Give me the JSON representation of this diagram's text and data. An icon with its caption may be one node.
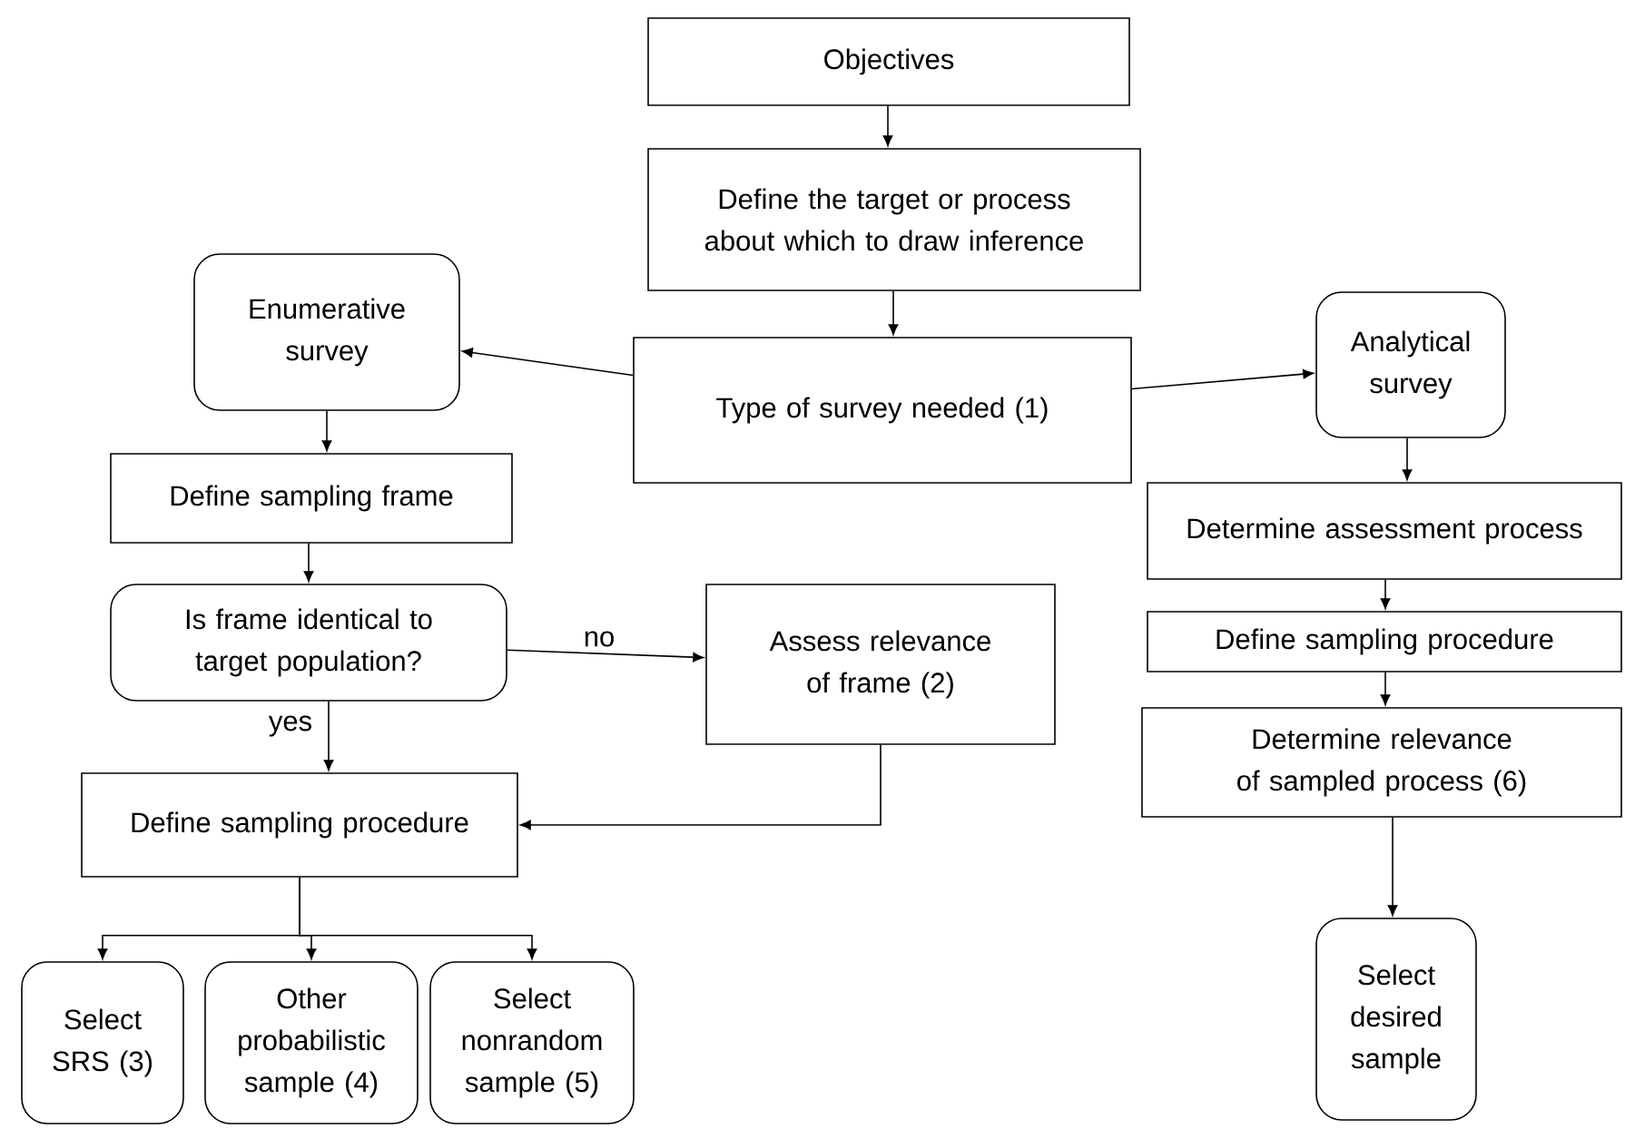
{
  "diagram": {
    "nodes": [
      {
        "text": [
          "Objectives"
        ]
      },
      {
        "text": [
          "Define the target or process about which to draw inference"
        ]
      },
      {
        "text": [
          "Type of survey needed (1)"
        ]
      },
      {
        "text": [
          "Enumerative survey"
        ]
      },
      {
        "text": [
          "Analytical survey"
        ]
      },
      {
        "text": [
          "Define sampling frame"
        ]
      },
      {
        "text": [
          "Is frame identical to target population?"
        ]
      },
      {
        "text": [
          "Assess relevance of frame (2)"
        ]
      },
      {
        "text": [
          "Define sampling procedure"
        ]
      },
      {
        "text": [
          "Select SRS (3)"
        ]
      },
      {
        "text": [
          "Other probabilistic sample (4)"
        ]
      },
      {
        "text": [
          "Select nonrandom sample (5)"
        ]
      },
      {
        "text": [
          "Determine assessment process"
        ]
      },
      {
        "text": [
          "Define sampling procedure"
        ]
      },
      {
        "text": [
          "Determine relevance of sampled process (6)"
        ]
      },
      {
        "text": [
          "Select desired sample"
        ]
      }
    ],
    "edges": [
      {
        "from": 0,
        "to": 1,
        "arrow": "to"
      },
      {
        "from": 1,
        "to": 2,
        "arrow": "to"
      },
      {
        "from": 2,
        "to": 3,
        "arrow": "to"
      },
      {
        "from": 2,
        "to": 4,
        "arrow": "to"
      },
      {
        "from": 3,
        "to": 5,
        "arrow": "to"
      },
      {
        "from": 5,
        "to": 6,
        "arrow": "to"
      },
      {
        "from": 6,
        "to": 7,
        "arrow": "to",
        "label": "no"
      },
      {
        "from": 6,
        "to": 8,
        "arrow": "to",
        "label": "yes"
      },
      {
        "from": 7,
        "to": 8,
        "arrow": "to"
      },
      {
        "from": 8,
        "to": 9,
        "arrow": "to"
      },
      {
        "from": 8,
        "to": 10,
        "arrow": "to"
      },
      {
        "from": 8,
        "to": 11,
        "arrow": "to"
      },
      {
        "from": 4,
        "to": 12,
        "arrow": "to"
      },
      {
        "from": 12,
        "to": 13,
        "arrow": "to"
      },
      {
        "from": 13,
        "to": 14,
        "arrow": "to"
      },
      {
        "from": 14,
        "to": 15,
        "arrow": "to"
      }
    ]
  }
}
